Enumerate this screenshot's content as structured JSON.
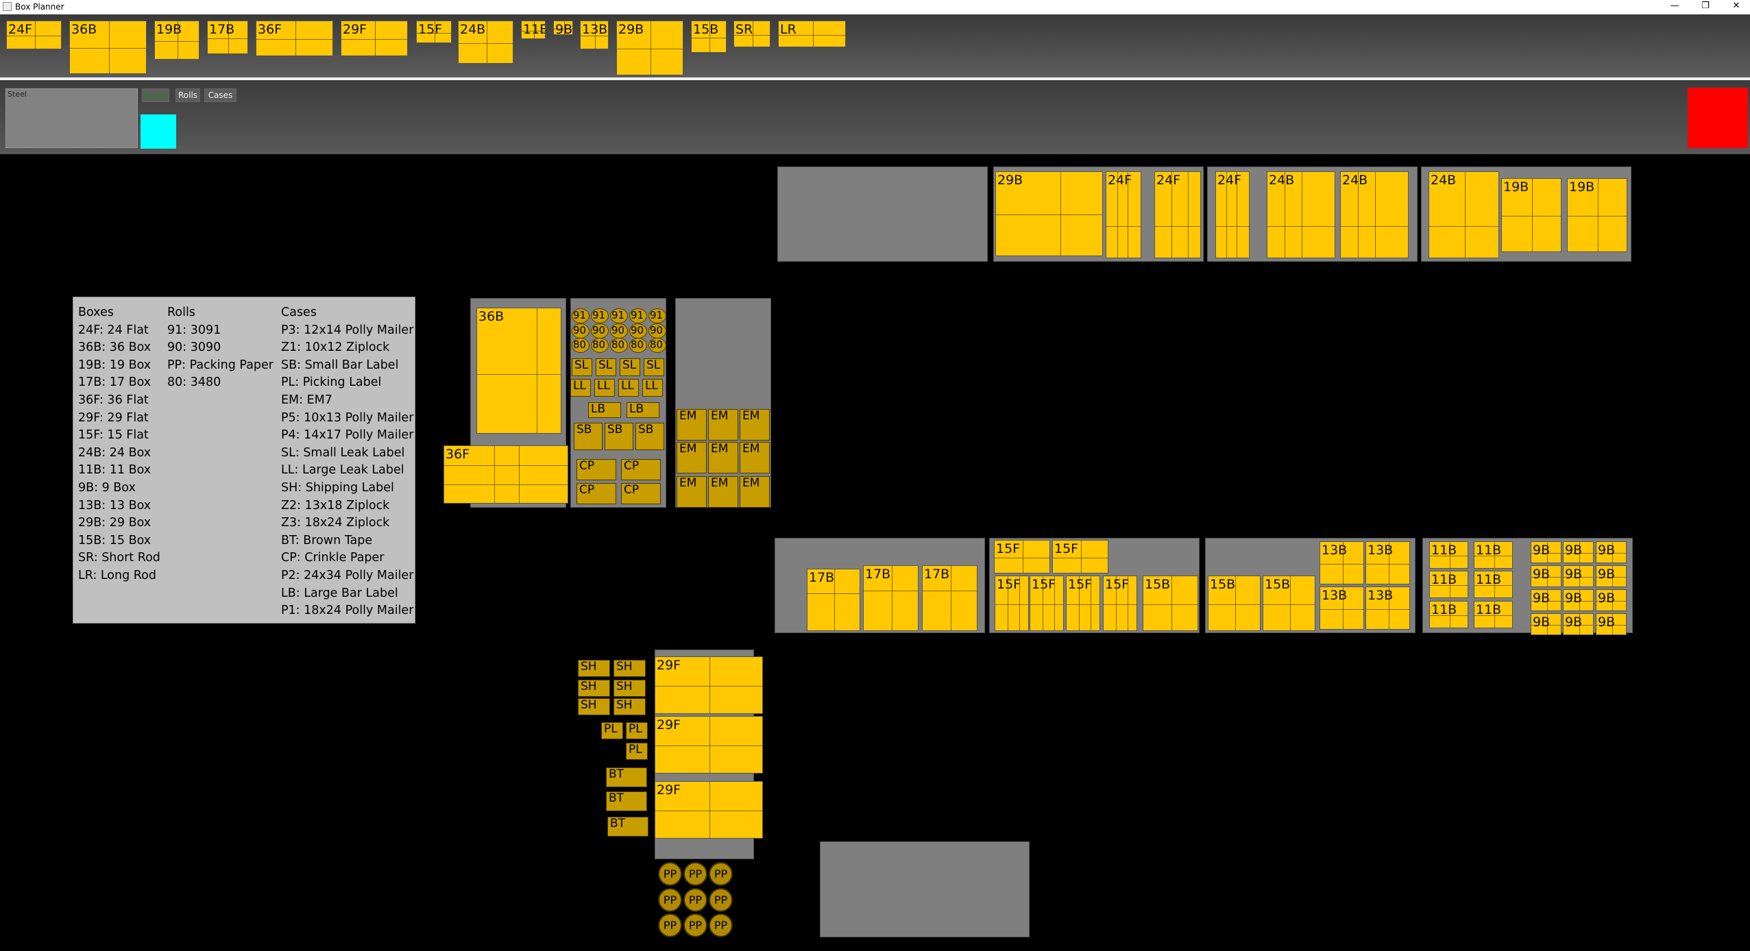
{
  "window": {
    "title": "Box Planner",
    "controls": [
      "—",
      "❐",
      "✕"
    ]
  },
  "palette": {
    "items": [
      "24F",
      "36B",
      "19B",
      "17B",
      "36F",
      "29F",
      "15F",
      "24B",
      "11B",
      "9B",
      "13B",
      "29B",
      "15B",
      "SR",
      "LR"
    ]
  },
  "toolbar": {
    "material_label": "Steel",
    "tabs": [
      "Boxes",
      "Rolls",
      "Cases"
    ],
    "selected_color": "#00ffff",
    "alert_color": "#ff0000"
  },
  "legend": {
    "boxes_header": "Boxes",
    "rolls_header": "Rolls",
    "cases_header": "Cases",
    "boxes": [
      "24F: 24 Flat",
      "36B: 36 Box",
      "19B: 19 Box",
      "17B: 17 Box",
      "36F: 36 Flat",
      "29F: 29 Flat",
      "15F: 15 Flat",
      "24B: 24 Box",
      "11B: 11 Box",
      "9B: 9 Box",
      "13B: 13 Box",
      "29B: 29 Box",
      "15B: 15 Box",
      "SR: Short Rod",
      "LR: Long Rod"
    ],
    "rolls": [
      "91: 3091",
      "90: 3090",
      "PP: Packing Paper",
      "80: 3480"
    ],
    "cases": [
      "P3: 12x14 Polly Mailer",
      "Z1: 10x12 Ziplock",
      "SB: Small Bar Label",
      "PL: Picking Label",
      "EM: EM7",
      "P5: 10x13 Polly Mailer",
      "P4: 14x17 Polly Mailer",
      "SL: Small Leak Label",
      "LL: Large Leak Label",
      "SH: Shipping Label",
      "Z2: 13x18 Ziplock",
      "Z3: 18x24 Ziplock",
      "BT: Brown Tape",
      "CP: Crinkle Paper",
      "P2: 24x34 Polly Mailer",
      "LB: Large Bar Label",
      "P1: 18x24 Polly Mailer"
    ]
  },
  "labels": {
    "b29B": "29B",
    "b24F": "24F",
    "b24B": "24B",
    "b19B": "19B",
    "b36B": "36B",
    "b36F": "36F",
    "b17B": "17B",
    "b15F": "15F",
    "b15B": "15B",
    "b13B": "13B",
    "b11B": "11B",
    "b9B": "9B",
    "b29F": "29F",
    "r91": "91",
    "r90": "90",
    "r80": "80",
    "SL": "SL",
    "LL": "LL",
    "LB": "LB",
    "SB": "SB",
    "CP": "CP",
    "EM": "EM",
    "SH": "SH",
    "PL": "PL",
    "BT": "BT",
    "PP": "PP"
  },
  "colors": {
    "box_fill": "#ffc800",
    "case_fill": "#c79d00",
    "tray": "#7f7f7f"
  }
}
